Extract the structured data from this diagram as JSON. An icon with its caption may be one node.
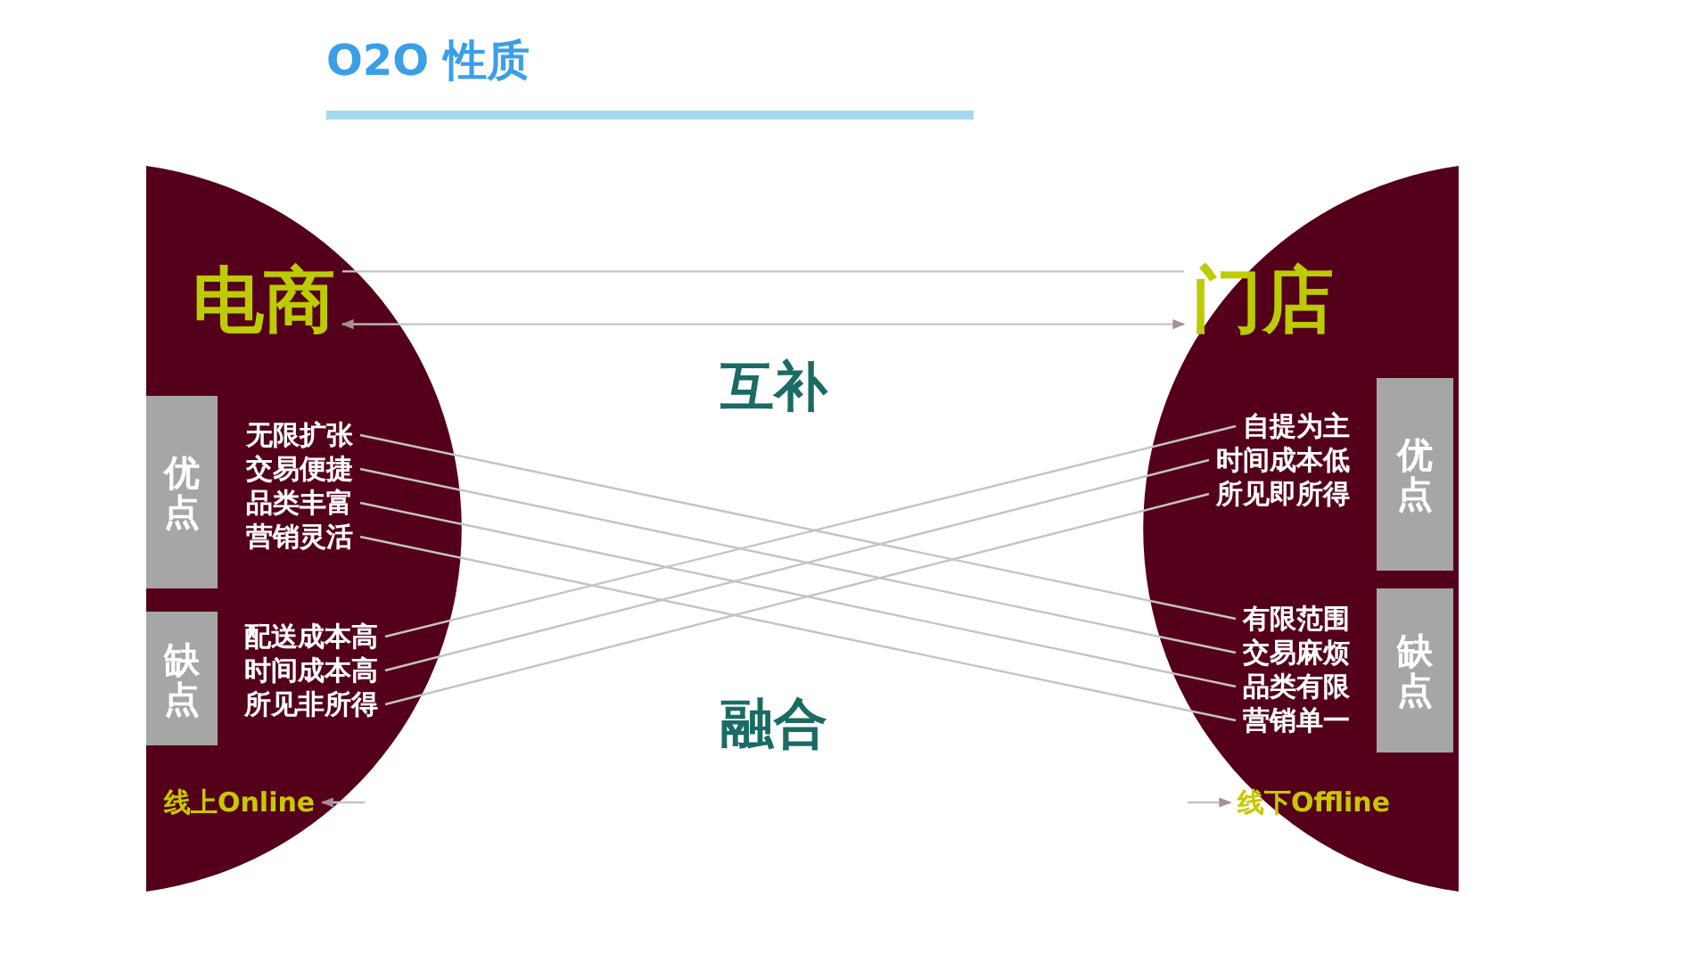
{
  "diagram": {
    "title": "O2O 性质",
    "nodes": [
      {
        "text": [],
        "shape": "circle"
      },
      {
        "text": [
          "电商"
        ],
        "in": 0
      },
      {
        "text": [
          "优点"
        ],
        "in": 0
      },
      {
        "text": [
          "缺点"
        ],
        "in": 0
      },
      {
        "text": [
          "无限扩张"
        ],
        "in": 0
      },
      {
        "text": [
          "交易便捷"
        ],
        "in": 0
      },
      {
        "text": [
          "品类丰富"
        ],
        "in": 0
      },
      {
        "text": [
          "营销灵活"
        ],
        "in": 0
      },
      {
        "text": [
          "配送成本高"
        ],
        "in": 0
      },
      {
        "text": [
          "时间成本高"
        ],
        "in": 0
      },
      {
        "text": [
          "所见非所得"
        ],
        "in": 0
      },
      {
        "text": [
          "线上Online"
        ],
        "in": 0
      },
      {
        "text": [],
        "shape": "circle"
      },
      {
        "text": [
          "门店"
        ],
        "in": 12
      },
      {
        "text": [
          "优点"
        ],
        "in": 12
      },
      {
        "text": [
          "缺点"
        ],
        "in": 12
      },
      {
        "text": [
          "自提为主"
        ],
        "in": 12
      },
      {
        "text": [
          "时间成本低"
        ],
        "in": 12
      },
      {
        "text": [
          "所见即所得"
        ],
        "in": 12
      },
      {
        "text": [
          "有限范围"
        ],
        "in": 12
      },
      {
        "text": [
          "交易麻烦"
        ],
        "in": 12
      },
      {
        "text": [
          "品类有限"
        ],
        "in": 12
      },
      {
        "text": [
          "营销单一"
        ],
        "in": 12
      },
      {
        "text": [
          "线下Offline"
        ],
        "in": 12
      }
    ],
    "edges": [
      {
        "from": 1,
        "to": 13,
        "arrow": "none"
      },
      {
        "from": 1,
        "to": 13,
        "arrow": "both"
      },
      {
        "from": 4,
        "to": 19,
        "arrow": "none"
      },
      {
        "from": 5,
        "to": 20,
        "arrow": "none"
      },
      {
        "from": 6,
        "to": 21,
        "arrow": "none"
      },
      {
        "from": 7,
        "to": 22,
        "arrow": "none"
      },
      {
        "from": 8,
        "to": 16,
        "arrow": "none"
      },
      {
        "from": 9,
        "to": 17,
        "arrow": "none"
      },
      {
        "from": 10,
        "to": 18,
        "arrow": "none"
      },
      {
        "from": null,
        "to": 11,
        "arrow": "to"
      },
      {
        "from": null,
        "to": 23,
        "arrow": "to"
      }
    ],
    "labels": [
      "互补",
      "融合"
    ]
  }
}
